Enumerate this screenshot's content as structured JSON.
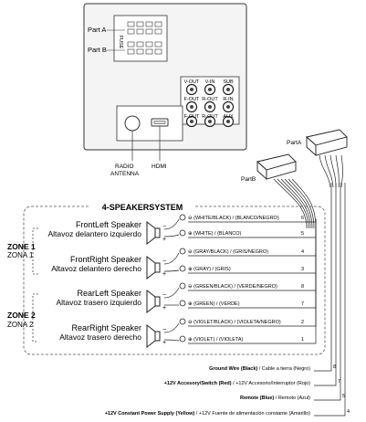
{
  "unit_labels": {
    "fuse": "FUSE",
    "part_a": "Part A",
    "part_b": "Part B",
    "radio_antenna_1": "RADIO",
    "radio_antenna_2": "ANTENNA",
    "hdmi": "HDMI",
    "rca_headers": [
      "V-OUT",
      "V-IN",
      "SUB"
    ],
    "rca_row2": [
      "F-OUT",
      "R-OUT",
      "R-IN"
    ],
    "rca_row3": [
      "F-OUT",
      "R-OUT",
      "AUX"
    ]
  },
  "harness": {
    "part_a": "PartA",
    "part_b": "PartB"
  },
  "system_title": "4-SPEAKERSYSTEM",
  "zones": [
    {
      "name": "ZONE 1",
      "name_es": "ZONA 1"
    },
    {
      "name": "ZONE 2",
      "name_es": "ZONA 2"
    }
  ],
  "speakers": [
    {
      "name": "FrontLeft Speaker",
      "name_es": "Altavoz delantero izquierdo"
    },
    {
      "name": "FrontRight Speaker",
      "name_es": "Altavoz delantero derecho"
    },
    {
      "name": "RearLeft Speaker",
      "name_es": "Altavoz trasero izquierdo"
    },
    {
      "name": "RearRight Speaker",
      "name_es": "Altavoz trasero derecho"
    }
  ],
  "speaker_wires": [
    {
      "sign": "⊖",
      "color": "WHITE/BLACK",
      "color_es": "BLANCO/NEGRO",
      "pin": "6"
    },
    {
      "sign": "⊕",
      "color": "WHITE",
      "color_es": "BLANCO",
      "pin": "5"
    },
    {
      "sign": "⊖",
      "color": "GRAY/BLACK",
      "color_es": "GRIS/NEGRO",
      "pin": "4"
    },
    {
      "sign": "⊕",
      "color": "GRAY",
      "color_es": "GRIS",
      "pin": "3"
    },
    {
      "sign": "⊖",
      "color": "GREEN/BLACK",
      "color_es": "VERDE/NEGRO",
      "pin": "8"
    },
    {
      "sign": "⊕",
      "color": "GREEN",
      "color_es": "VERDE",
      "pin": "7"
    },
    {
      "sign": "⊖",
      "color": "VIOLET/BLACK",
      "color_es": "VIOLETA/NEGRO",
      "pin": "2"
    },
    {
      "sign": "⊕",
      "color": "VIOLET",
      "color_es": "VIOLETA",
      "pin": "1"
    }
  ],
  "power_wires": [
    {
      "name": "Ground Wire (Black)",
      "name_es": "/ Cable a tierra (Negro)",
      "pin": "8"
    },
    {
      "name": "+12V Accesory/Switch (Red)",
      "name_es": "/ +12V Accesorio/Interruptor (Rojo)",
      "pin": "7"
    },
    {
      "name": "Remote (Blue)",
      "name_es": "/ Remoto (Azul)",
      "pin": "5"
    },
    {
      "name": "+12V Constant Power Supply (Yellow)",
      "name_es": "/ +12V Fuente de alimentación constante (Amarillo)",
      "pin": "4"
    }
  ]
}
